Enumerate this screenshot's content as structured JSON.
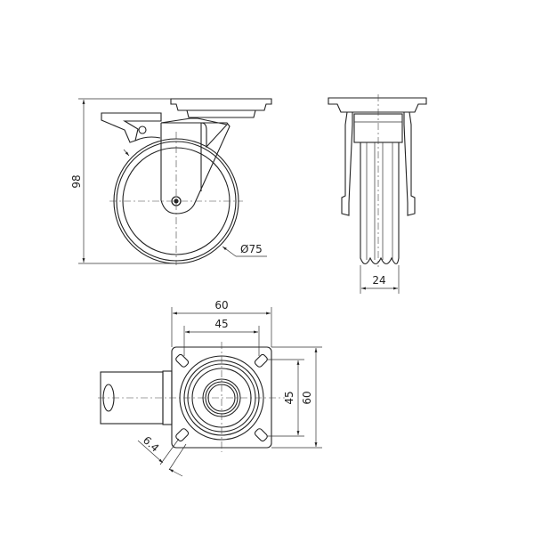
{
  "drawing": {
    "front_view": {
      "height_dim": "98",
      "wheel_diameter_dim": "Ø75"
    },
    "side_view": {
      "width_dim": "24"
    },
    "top_view": {
      "plate_width_dim": "60",
      "bolt_spacing_x_dim": "45",
      "bolt_spacing_y_dim": "45",
      "plate_height_dim": "60",
      "bolt_hole_dim": "6.4"
    },
    "line_color": "#222222"
  }
}
